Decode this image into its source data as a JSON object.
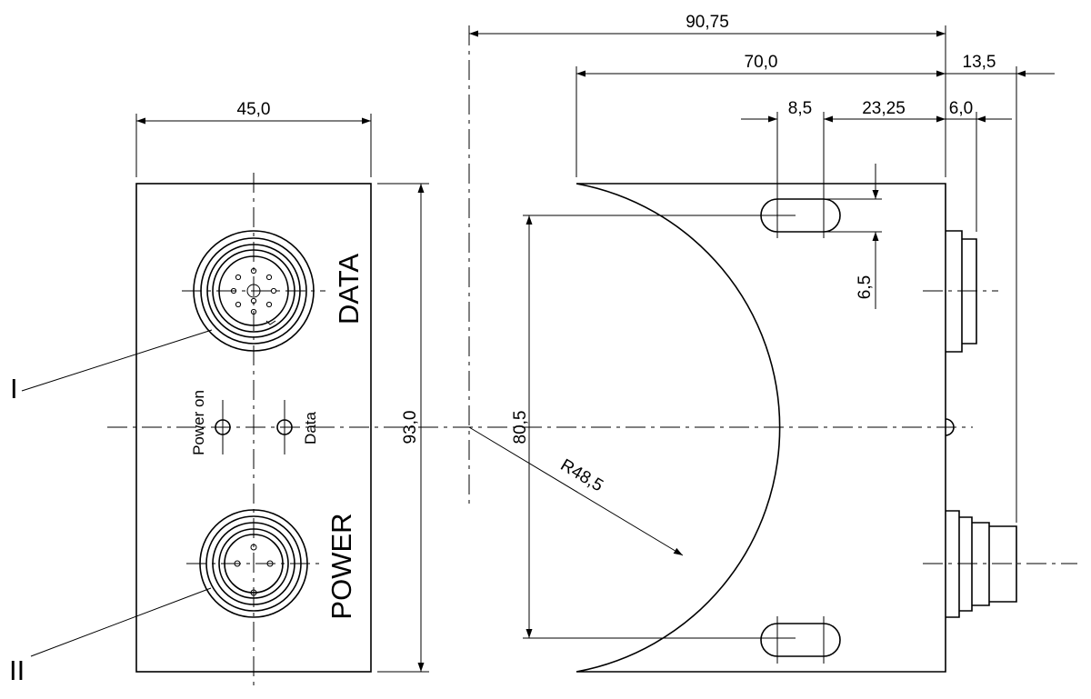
{
  "dimensions": {
    "overall_depth": "90,75",
    "body_depth": "70,0",
    "connector_projection": "13,5",
    "slot_width": "8,5",
    "slot_offset": "23,25",
    "connector_offset": "6,0",
    "front_width": "45,0",
    "height": "93,0",
    "bore_chord": "80,5",
    "slot_height": "6,5",
    "bore_radius": "R48,5"
  },
  "labels": {
    "data_connector": "DATA",
    "power_connector": "POWER",
    "power_led": "Power on",
    "data_led": "Data",
    "callout_1": "I",
    "callout_2": "II"
  }
}
